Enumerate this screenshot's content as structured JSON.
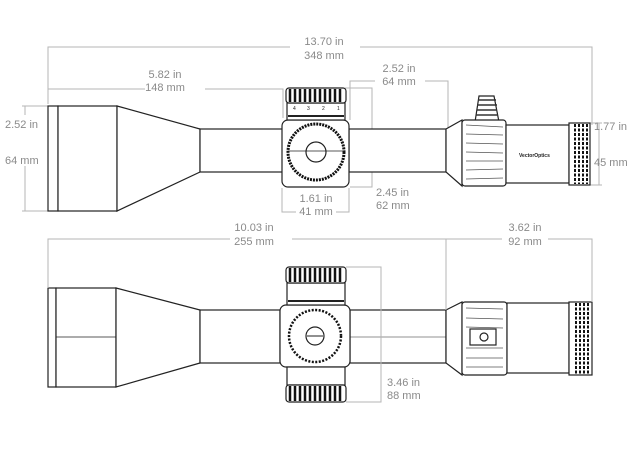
{
  "top_view": {
    "overall_length": {
      "in": "13.70 in",
      "mm": "348 mm"
    },
    "objective_to_turret": {
      "in": "5.82 in",
      "mm": "148 mm"
    },
    "turret_to_eyepiece": {
      "in": "2.52 in",
      "mm": "64 mm"
    },
    "objective_diameter": {
      "in": "2.52 in",
      "mm": "64 mm"
    },
    "eyepiece_diameter": {
      "in": "1.77 in",
      "mm": "45 mm"
    },
    "turret_width": {
      "in": "1.61 in",
      "mm": "41 mm"
    },
    "turret_height": {
      "in": "2.45 in",
      "mm": "62 mm"
    },
    "brand_logo": "VectorOptics",
    "turret_scale": [
      "4",
      "3",
      "2",
      "1"
    ]
  },
  "side_view": {
    "front_length": {
      "in": "10.03 in",
      "mm": "255 mm"
    },
    "eyepiece_length": {
      "in": "3.62 in",
      "mm": "92 mm"
    },
    "turret_span": {
      "in": "3.46 in",
      "mm": "88 mm"
    }
  }
}
